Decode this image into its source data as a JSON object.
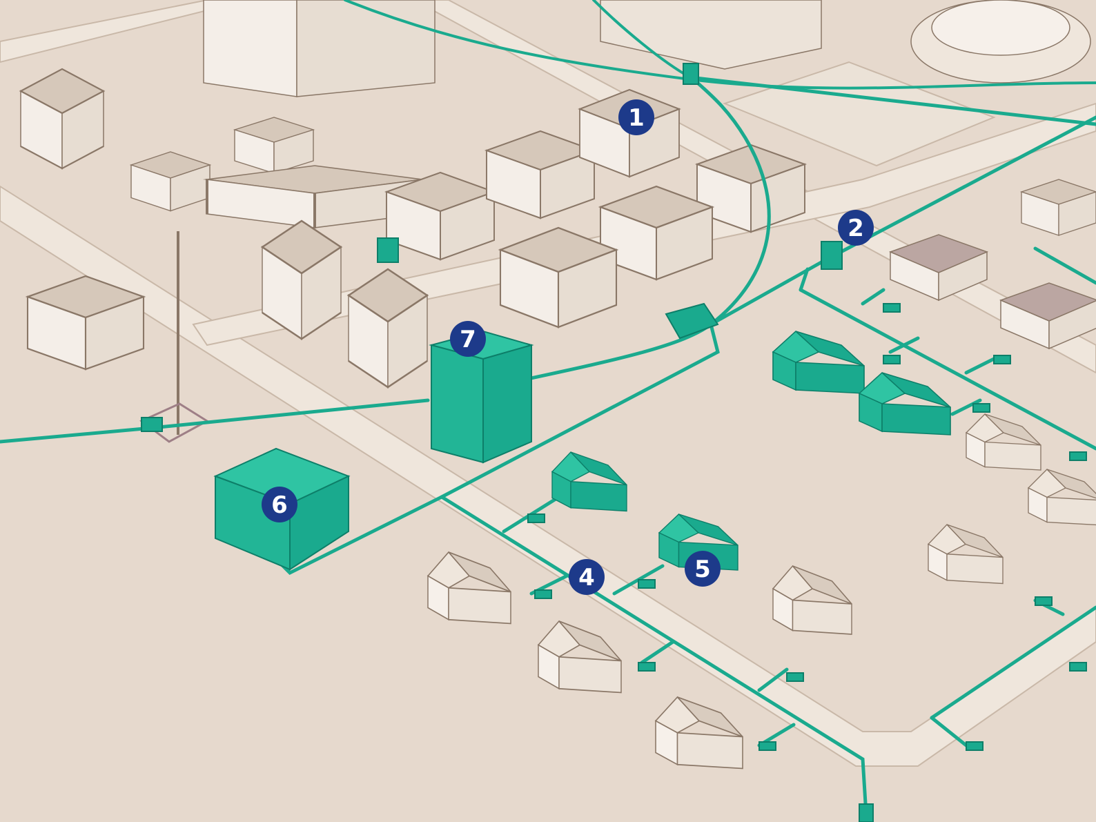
{
  "colors": {
    "ground": "#e6d9cd",
    "road": "#efe6dc",
    "road_edge": "#c9b8a8",
    "building_fill": "#f1ebe4",
    "building_stroke": "#8a7767",
    "roof_tan": "#d6c8ba",
    "roof_mauve": "#bba6a2",
    "network": "#1aaa8e",
    "network_dark": "#0d7f69",
    "highlight_fill": "#22b596",
    "marker": "#1d3a8a",
    "marker_text": "#ffffff"
  },
  "markers": [
    {
      "id": "1",
      "label": "1"
    },
    {
      "id": "2",
      "label": "2"
    },
    {
      "id": "4",
      "label": "4"
    },
    {
      "id": "5",
      "label": "5"
    },
    {
      "id": "6",
      "label": "6"
    },
    {
      "id": "7",
      "label": "7"
    }
  ]
}
